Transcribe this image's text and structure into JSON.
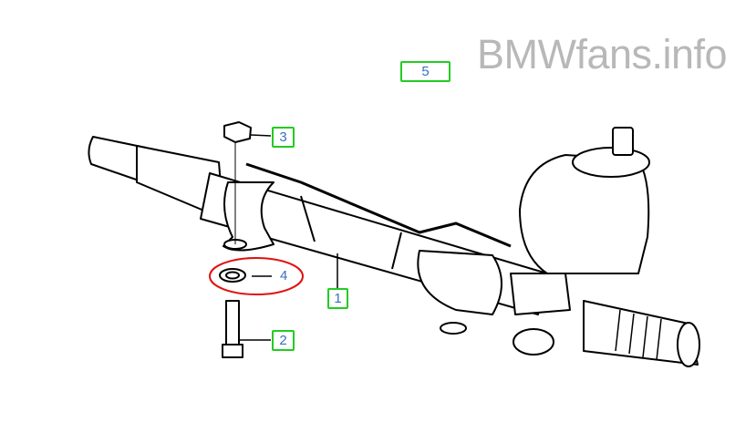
{
  "watermark": "BMWfans.info",
  "callouts": [
    {
      "id": "1",
      "label": "1"
    },
    {
      "id": "2",
      "label": "2"
    },
    {
      "id": "3",
      "label": "3"
    },
    {
      "id": "4",
      "label": "4",
      "highlighted": true
    },
    {
      "id": "5",
      "label": "5"
    }
  ],
  "colors": {
    "callout_border": "#22cc22",
    "callout_text": "#3a6fc0",
    "highlight": "#e01010",
    "watermark": "#b8b8b8"
  }
}
